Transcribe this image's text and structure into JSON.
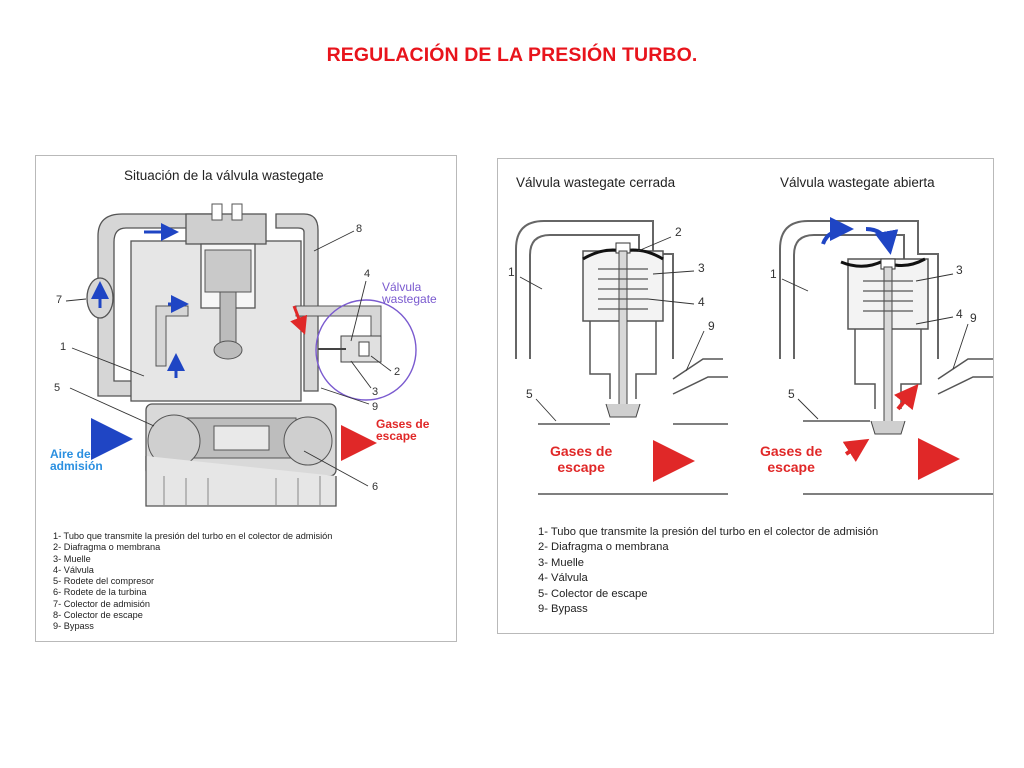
{
  "title": "REGULACIÓN DE LA PRESIÓN TURBO.",
  "left_panel": {
    "heading": "Situación de la válvula wastegate",
    "callouts": {
      "n1": "1",
      "n2": "2",
      "n3": "3",
      "n4": "4",
      "n5": "5",
      "n6": "6",
      "n7": "7",
      "n8": "8",
      "n9": "9"
    },
    "valve_label_line1": "Válvula",
    "valve_label_line2": "wastegate",
    "exhaust_line1": "Gases de",
    "exhaust_line2": "escape",
    "intake_line1": "Aire de",
    "intake_line2": "admisión",
    "legend": [
      "1- Tubo que transmite la presión del turbo en el colector de admisión",
      "2- Diafragma o membrana",
      "3- Muelle",
      "4- Válvula",
      "5- Rodete del compresor",
      "6- Rodete de la turbina",
      "7- Colector de admisión",
      "8- Colector de escape",
      "9- Bypass"
    ]
  },
  "right_panel": {
    "heading_closed": "Válvula wastegate cerrada",
    "heading_open": "Válvula wastegate abierta",
    "callouts_closed": {
      "n1": "1",
      "n2": "2",
      "n3": "3",
      "n4": "4",
      "n5": "5",
      "n9": "9"
    },
    "callouts_open": {
      "n1": "1",
      "n3": "3",
      "n4": "4",
      "n5": "5",
      "n9": "9"
    },
    "exhaust_line1": "Gases de",
    "exhaust_line2": "escape",
    "legend": [
      "1- Tubo que transmite la  presión del turbo en el colector de admisión",
      "2- Diafragma o membrana",
      "3- Muelle",
      "4- Válvula",
      "5- Colector de escape",
      "9- Bypass"
    ]
  },
  "colors": {
    "title_red": "#e8141c",
    "exhaust_red": "#e02828",
    "flow_blue": "#2a8fe0",
    "wastegate_violet": "#7a5acf"
  }
}
